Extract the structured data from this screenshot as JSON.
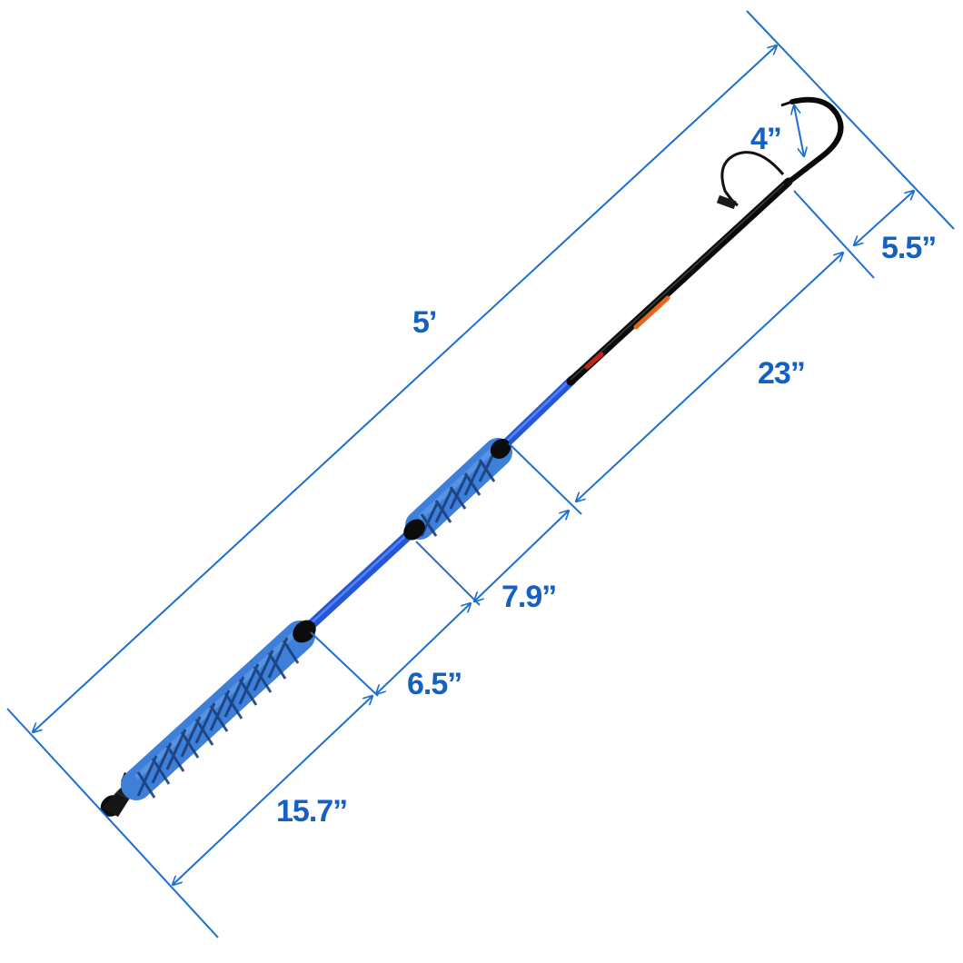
{
  "colors": {
    "dimension": "#1a6fd0",
    "label": "#1560c4",
    "grip": "#3d7fd9",
    "grip_wrap": "#1b3f7a",
    "blank": "#2456d6",
    "shaft": "#0a0a0a",
    "background": "#ffffff"
  },
  "dimensions": {
    "overall": {
      "label": "5’"
    },
    "hook": {
      "label": "4”"
    },
    "hook_shaft": {
      "label": "5.5”"
    },
    "shaft": {
      "label": "23”"
    },
    "upper_gap": {
      "label": "7.9”"
    },
    "lower_gap": {
      "label": "6.5”"
    },
    "rear_grip": {
      "label": "15.7”"
    }
  }
}
